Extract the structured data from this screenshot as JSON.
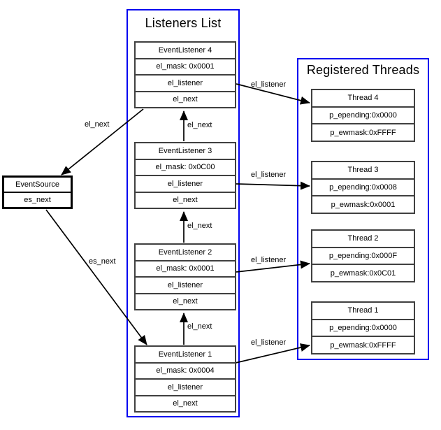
{
  "listeners_list": {
    "title": "Listeners List",
    "nodes": [
      {
        "title": "EventListener 4",
        "fields": [
          "el_mask: 0x0001",
          "el_listener",
          "el_next"
        ]
      },
      {
        "title": "EventListener 3",
        "fields": [
          "el_mask: 0x0C00",
          "el_listener",
          "el_next"
        ]
      },
      {
        "title": "EventListener 2",
        "fields": [
          "el_mask: 0x0001",
          "el_listener",
          "el_next"
        ]
      },
      {
        "title": "EventListener 1",
        "fields": [
          "el_mask: 0x0004",
          "el_listener",
          "el_next"
        ]
      }
    ]
  },
  "registered_threads": {
    "title": "Registered Threads",
    "nodes": [
      {
        "title": "Thread 4",
        "fields": [
          "p_epending:0x0000",
          "p_ewmask:0xFFFF"
        ]
      },
      {
        "title": "Thread 3",
        "fields": [
          "p_epending:0x0008",
          "p_ewmask:0x0001"
        ]
      },
      {
        "title": "Thread 2",
        "fields": [
          "p_epending:0x000F",
          "p_ewmask:0x0C01"
        ]
      },
      {
        "title": "Thread 1",
        "fields": [
          "p_epending:0x0000",
          "p_ewmask:0xFFFF"
        ]
      }
    ]
  },
  "event_source": {
    "title": "EventSource",
    "fields": [
      "es_next"
    ]
  },
  "edge_labels": {
    "el4_to_eventsource": "el_next",
    "eventsource_to_el1": "es_next",
    "el3_to_el4": "el_next",
    "el2_to_el3": "el_next",
    "el1_to_el2": "el_next",
    "el4_to_thread4": "el_listener",
    "el3_to_thread3": "el_listener",
    "el2_to_thread2": "el_listener",
    "el1_to_thread1": "el_listener"
  },
  "colors": {
    "container_border": "#0000f0",
    "node_border": "#404040",
    "source_border": "#000000",
    "arrow": "#000000",
    "text": "#000000",
    "background": "#ffffff"
  }
}
